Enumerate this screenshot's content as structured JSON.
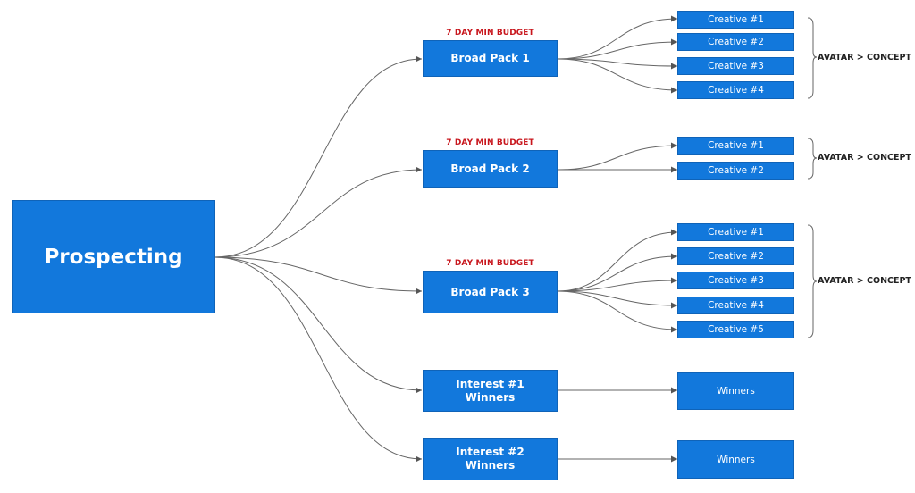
{
  "root": {
    "label": "Prospecting"
  },
  "budget_label": "7 DAY MIN BUDGET",
  "avatar_label": "AVATAR > CONCEPT",
  "packs": [
    {
      "label": "Broad Pack 1",
      "creatives": [
        "Creative #1",
        "Creative #2",
        "Creative #3",
        "Creative #4"
      ]
    },
    {
      "label": "Broad Pack 2",
      "creatives": [
        "Creative #1",
        "Creative #2"
      ]
    },
    {
      "label": "Broad Pack 3",
      "creatives": [
        "Creative #1",
        "Creative #2",
        "Creative #3",
        "Creative #4",
        "Creative #5"
      ]
    }
  ],
  "interests": [
    {
      "label_line1": "Interest #1",
      "label_line2": "Winners",
      "target": "Winners"
    },
    {
      "label_line1": "Interest #2",
      "label_line2": "Winners",
      "target": "Winners"
    }
  ],
  "colors": {
    "box_fill": "#1278dc",
    "budget_text": "#c8161d",
    "connector": "#555555"
  }
}
